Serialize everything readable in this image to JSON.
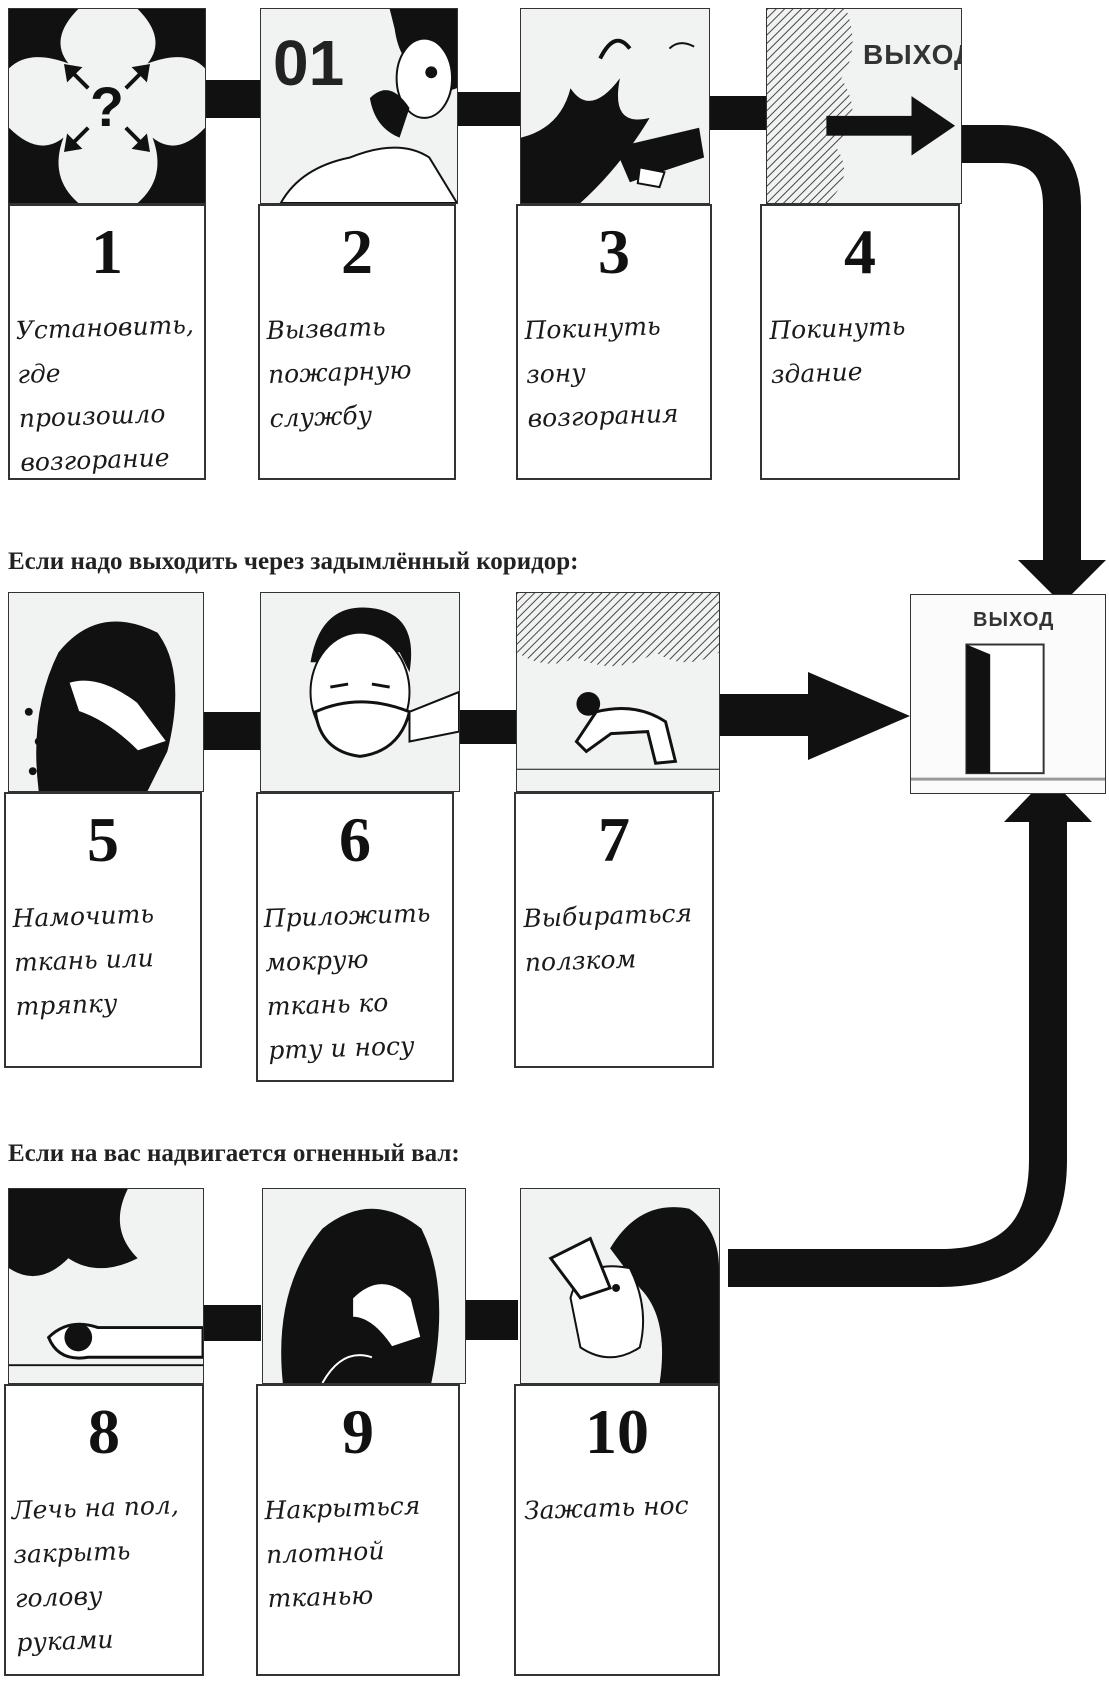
{
  "steps": [
    {
      "num": "1",
      "text": "Установить, где произошло возгорание"
    },
    {
      "num": "2",
      "text": "Вызвать пожарную службу"
    },
    {
      "num": "3",
      "text": "Покинуть зону возгорания"
    },
    {
      "num": "4",
      "text": "Покинуть здание"
    },
    {
      "num": "5",
      "text": "Намочить ткань или тряпку"
    },
    {
      "num": "6",
      "text": "Приложить мокрую ткань ко рту и носу"
    },
    {
      "num": "7",
      "text": "Выбираться ползком"
    },
    {
      "num": "8",
      "text": "Лечь на пол, закрыть голову руками"
    },
    {
      "num": "9",
      "text": "Накрыться плотной тканью"
    },
    {
      "num": "10",
      "text": "Зажать нос"
    }
  ],
  "headings": {
    "smoke": "Если надо выходить через задымлённый коридор:",
    "fire": "Если на вас надвигается огненный вал:"
  },
  "signs": {
    "exit_top": "ВЫХОД",
    "exit_box": "ВЫХОД",
    "phone": "01"
  }
}
